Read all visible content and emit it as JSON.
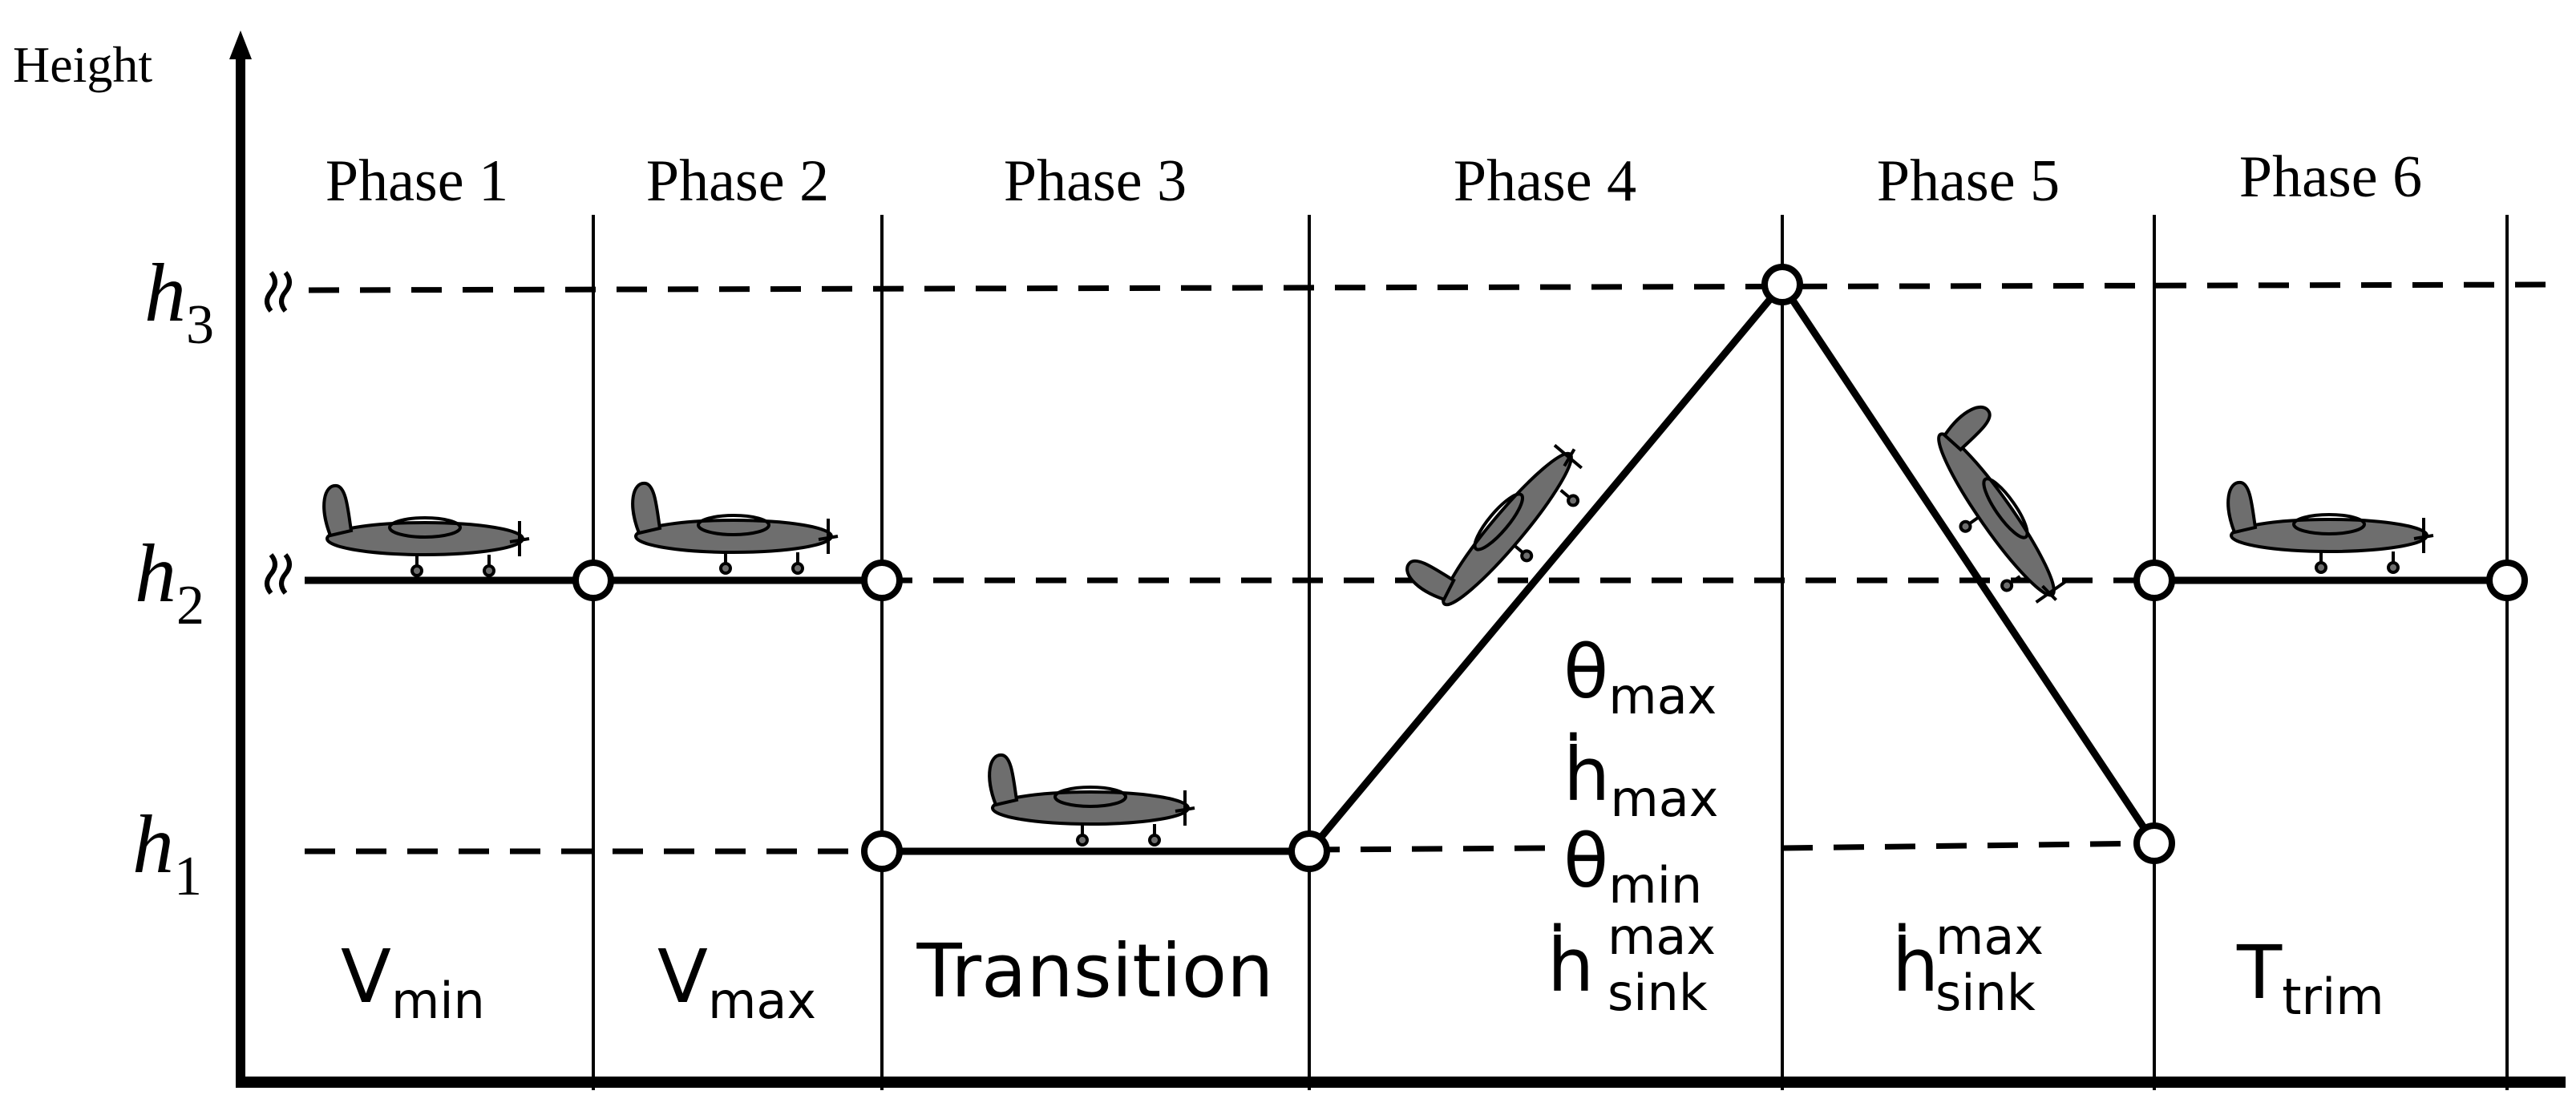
{
  "axis": {
    "y_label": "Height"
  },
  "levels": [
    {
      "id": "h3",
      "base": "h",
      "sub": "3"
    },
    {
      "id": "h2",
      "base": "h",
      "sub": "2"
    },
    {
      "id": "h1",
      "base": "h",
      "sub": "1"
    }
  ],
  "phases": [
    {
      "label": "Phase 1"
    },
    {
      "label": "Phase 2"
    },
    {
      "label": "Phase 3"
    },
    {
      "label": "Phase 4"
    },
    {
      "label": "Phase 5"
    },
    {
      "label": "Phase 6"
    }
  ],
  "parameters": {
    "phase1": {
      "base": "V",
      "sub": "min"
    },
    "phase2": {
      "base": "V",
      "sub": "max"
    },
    "phase3": {
      "text": "Transition"
    },
    "phase4": [
      {
        "base": "θ",
        "sub": "max"
      },
      {
        "base": "ḣ",
        "sub": "max"
      },
      {
        "base": "θ",
        "sub": "min"
      },
      {
        "base": "ḣ",
        "sub": "sink",
        "sup": "max"
      }
    ],
    "phase5": {
      "base": "ḣ",
      "sub": "sink",
      "sup": "max"
    },
    "phase6": {
      "base": "T",
      "sub": "trim"
    }
  },
  "icons": [
    "airplane-icon",
    "axis-break-icon"
  ],
  "colors": {
    "line": "#000000",
    "aircraft_fill": "#6e6e6e",
    "node_fill": "#ffffff",
    "background": "#ffffff"
  }
}
